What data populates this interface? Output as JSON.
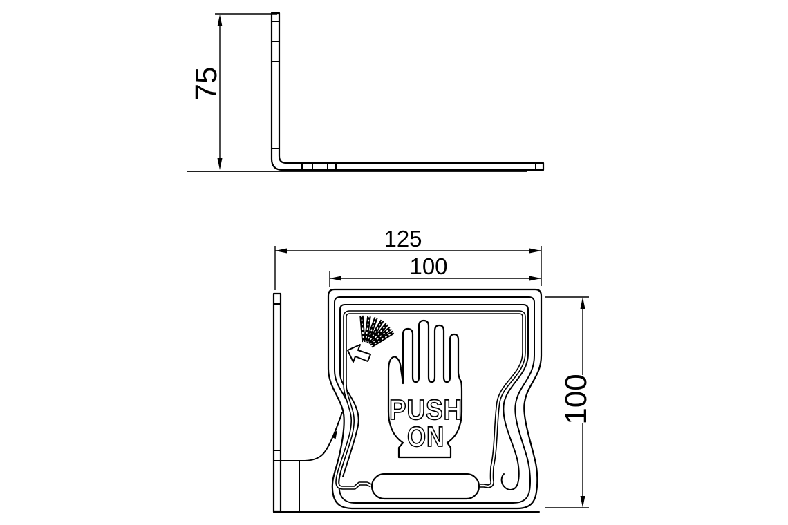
{
  "drawing": {
    "type": "engineering-drawing",
    "background_color": "#ffffff",
    "line_color": "#000000",
    "side_view": {
      "height_dimension": "75"
    },
    "front_view": {
      "overall_width_dimension": "125",
      "pad_width_dimension": "100",
      "pad_height_dimension": "100",
      "pad_label_line1": "PUSH",
      "pad_label_line2": "ON"
    }
  }
}
